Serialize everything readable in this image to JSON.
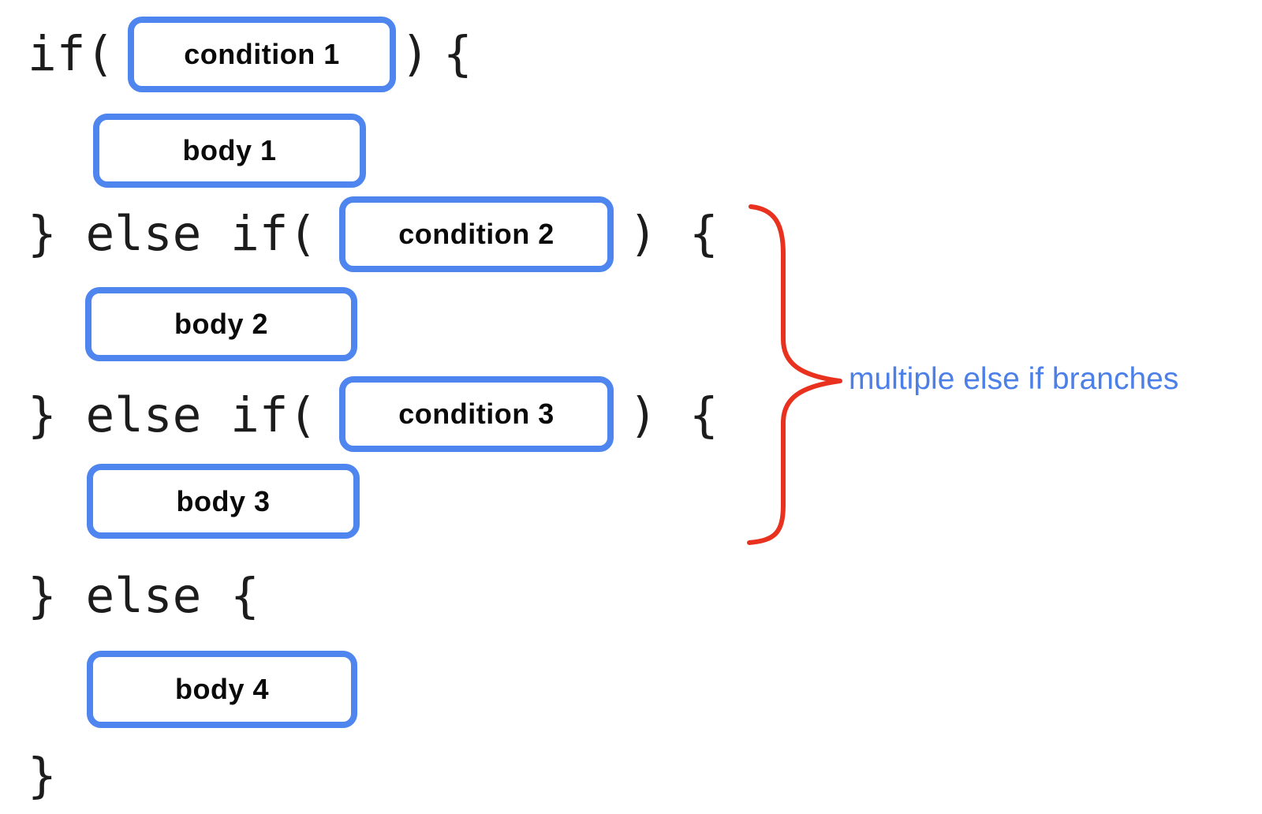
{
  "diagram": {
    "title": "if / else-if / else control-flow syntax diagram",
    "colors": {
      "box_border": "#4E85EE",
      "code_text": "#1C1C1C",
      "label_text": "#0A0A0A",
      "brace": "#E8321F",
      "annotation_text": "#4C80E8",
      "background": "#FFFFFF"
    },
    "tokens": {
      "if_open": "if(",
      "else_if_open": "} else if(",
      "else_open": "} else {",
      "close_paren": ")",
      "open_brace": "{",
      "close_brace": "}"
    },
    "boxes": {
      "condition1": "condition 1",
      "body1": "body 1",
      "condition2": "condition 2",
      "body2": "body 2",
      "condition3": "condition 3",
      "body3": "body 3",
      "body4": "body 4"
    },
    "annotation": {
      "label": "multiple else if branches"
    }
  }
}
